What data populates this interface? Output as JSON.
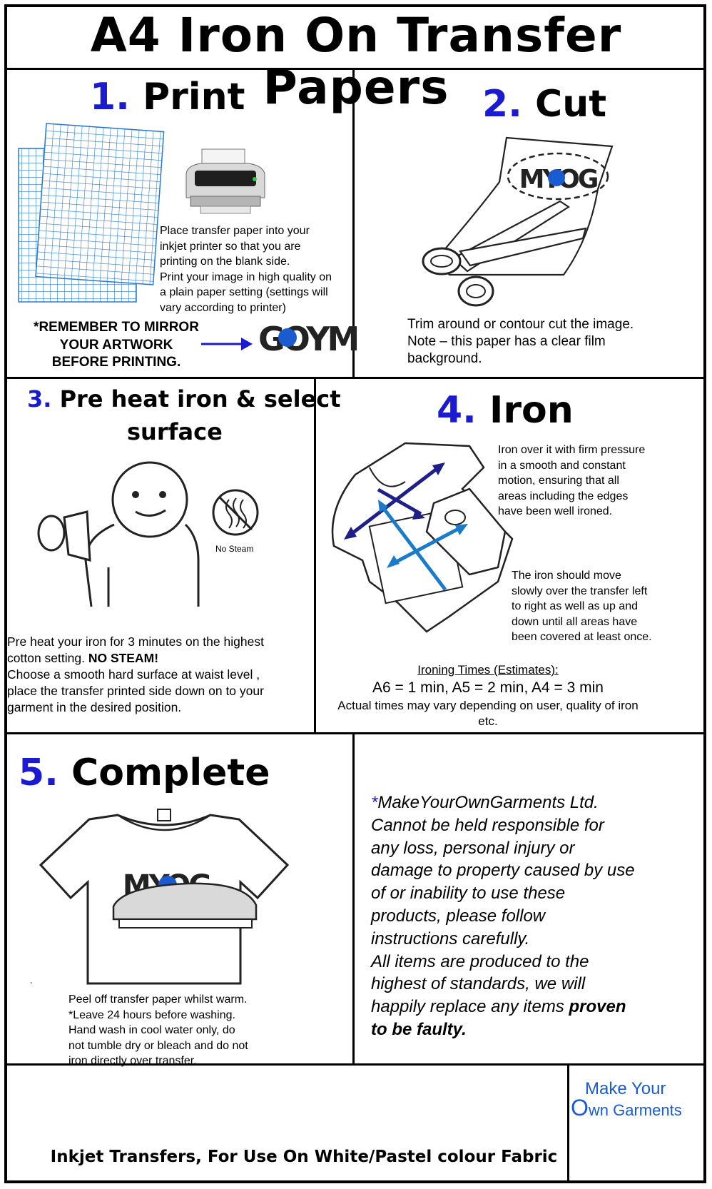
{
  "title": "A4 Iron On Transfer Papers",
  "colors": {
    "accent": "#1a1ad0",
    "grid_blue": "#2a7bd0",
    "arrow_navy": "#1f1f8a",
    "arrow_blue": "#1c7acb"
  },
  "step1": {
    "number": "1.",
    "title": "Print",
    "instructions": [
      "Place transfer paper into your",
      "inkjet printer so that you are",
      "printing on the blank side.",
      "Print your image in high quality on",
      "a plain paper setting (settings will",
      "vary according to printer)"
    ],
    "reminder": [
      "*REMEMBER TO MIRROR",
      "YOUR ARTWORK",
      "BEFORE PRINTING."
    ],
    "icons": [
      "transfer-sheets-icon",
      "printer-icon",
      "arrow-right-icon",
      "mirrored-logo-icon"
    ]
  },
  "step2": {
    "number": "2.",
    "title": "Cut",
    "instructions": [
      "Trim around or contour cut the image.",
      "Note – this paper has a clear film",
      "background."
    ],
    "icons": [
      "scissors-icon",
      "cut-paper-icon"
    ]
  },
  "step3": {
    "number": "3.",
    "title_line1": "Pre heat iron & select",
    "title_line2": "surface",
    "no_steam_label": "No Steam",
    "instruction_line1": "Pre heat your iron for 3 minutes on the highest",
    "instruction_line2_pre": "cotton setting. ",
    "instruction_line2_bold": "NO STEAM!",
    "instruction_rest": [
      "Choose a smooth hard surface at waist level ,",
      "place the transfer printed side down on to your",
      "garment in the desired position."
    ],
    "icons": [
      "person-with-iron-icon",
      "no-steam-icon"
    ]
  },
  "step4": {
    "number": "4.",
    "title": "Iron",
    "instructions_1": [
      "Iron over it with firm pressure",
      "in a smooth and constant",
      "motion, ensuring that all",
      "areas including the edges",
      "have been well ironed."
    ],
    "instructions_2": [
      "The iron should move",
      "slowly over the transfer left",
      "to right as well as up and",
      "down until all areas have",
      "been covered at least once."
    ],
    "times_heading": "Ironing Times (Estimates):",
    "times": "A6 = 1 min, A5 = 2 min, A4 = 3 min",
    "times_note": [
      "Actual times may vary depending on user, quality of iron",
      "etc."
    ],
    "icons": [
      "shirt-ironing-icon",
      "direction-arrows-icon"
    ]
  },
  "step5": {
    "number": "5.",
    "title": "Complete",
    "tick": "`",
    "instructions": [
      "Peel off transfer paper whilst warm.",
      "*Leave 24 hours before washing.",
      "Hand wash in cool water only, do",
      "not tumble dry or bleach and do not",
      "iron directly over transfer."
    ],
    "icons": [
      "tshirt-icon",
      "peeling-paper-icon"
    ]
  },
  "disclaimer": {
    "asterisk": "*",
    "lines": [
      "MakeYourOwnGarments Ltd.",
      "Cannot be held responsible for",
      "any loss, personal injury or",
      "damage to property caused by use",
      "of or inability to use these",
      "products, please follow",
      "instructions carefully.",
      "All items are produced to the",
      "highest of standards, we will"
    ],
    "line10_pre": "happily replace any items ",
    "line10_bold": "proven",
    "line11_bold": "to be faulty."
  },
  "logo_text": "MYOG",
  "mirrored_logo_text": "GOYM",
  "footer": "Inkjet Transfers, For Use On White/Pastel colour Fabric",
  "brand": {
    "line1": "Make Your",
    "line2_first": "O",
    "line2_rest": "wn Garments"
  }
}
